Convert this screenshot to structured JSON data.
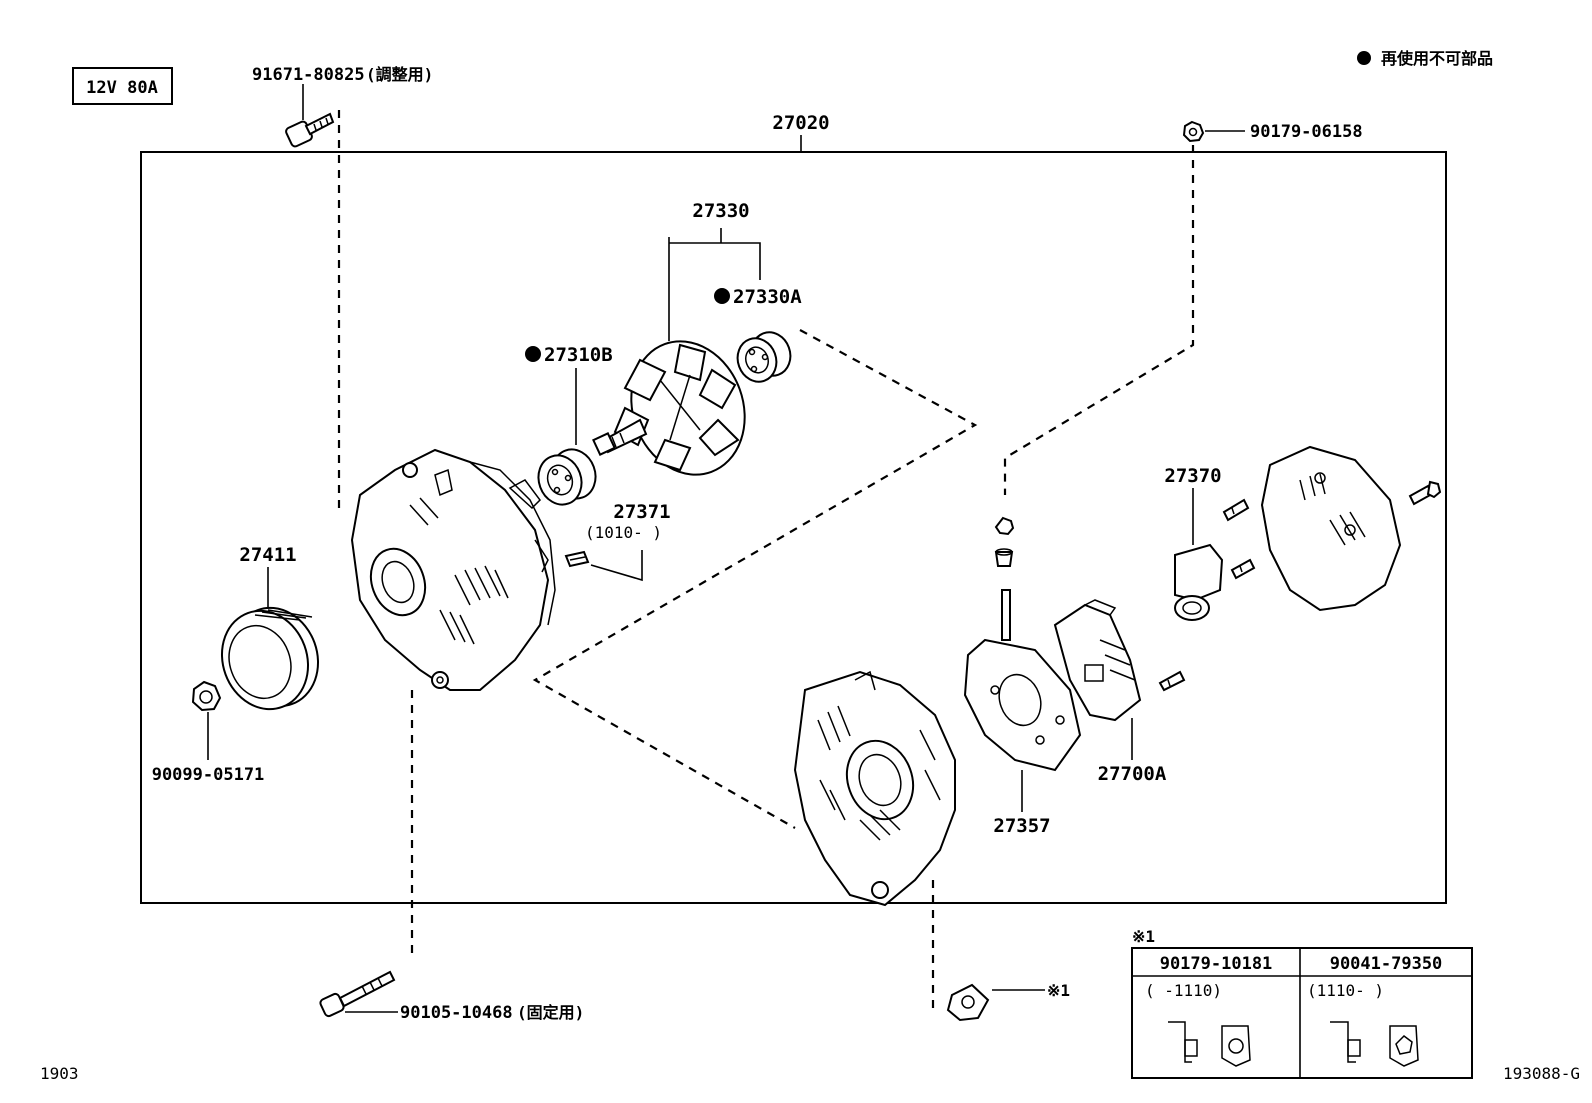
{
  "spec_label": "12V 80A",
  "legend": {
    "text": "再使用不可部品"
  },
  "doc_code_left": "1903",
  "doc_code_right": "193088-G",
  "parts": {
    "p27020": "27020",
    "p91671": "91671-80825",
    "p91671_note": "(調整用)",
    "p90179_06158": "90179-06158",
    "p27330": "27330",
    "p27330A": "27330A",
    "p27310B": "27310B",
    "p27371": "27371",
    "p27371_range": "(1010-      )",
    "p27411": "27411",
    "p90099": "90099-05171",
    "p27370": "27370",
    "p27700A": "27700A",
    "p27357": "27357",
    "p90105": "90105-10468",
    "p90105_note": "(固定用)",
    "ref_mark": "※1"
  },
  "ref_table": {
    "title": "※1",
    "col1_part": "90179-10181",
    "col1_range": "(      -1110)",
    "col2_part": "90041-79350",
    "col2_range": "(1110-      )"
  }
}
